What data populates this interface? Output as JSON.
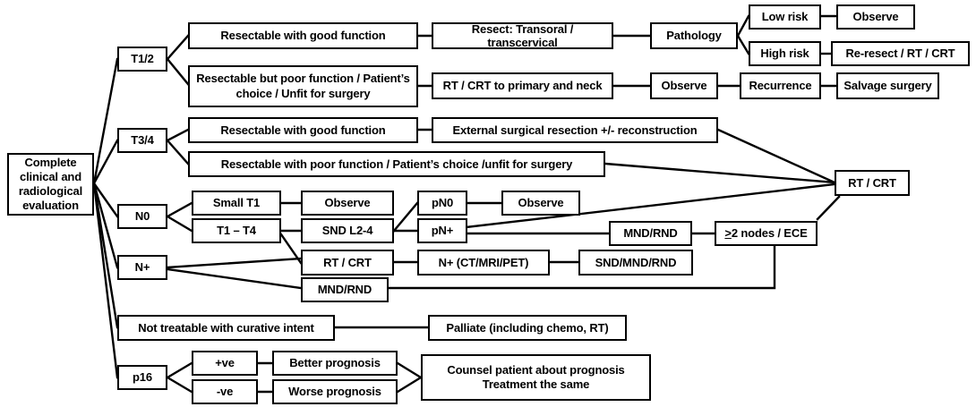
{
  "title": "Head and neck cancer management pathway",
  "style": {
    "line_color": "#000000",
    "box_border_color": "#000000",
    "background": "#ffffff",
    "text_color": "#000000"
  },
  "nodes": {
    "root": "Complete clinical and radiological evaluation",
    "t12": "T1/2",
    "t12_good": "Resectable with good function",
    "t12_poor": "Resectable but poor function / Patient’s choice / Unfit for surgery",
    "resect_transoral": "Resect: Transoral / transcervical",
    "pathology": "Pathology",
    "low_risk": "Low risk",
    "observe_low_risk": "Observe",
    "high_risk": "High risk",
    "re_resect": "Re-resect / RT / CRT",
    "rt_crt_primary_neck": "RT / CRT to primary and neck",
    "observe_recurrence": "Observe",
    "recurrence": "Recurrence",
    "salvage_surgery": "Salvage surgery",
    "t34": "T3/4",
    "t34_good": "Resectable with good function",
    "external_resection": "External surgical resection +/- reconstruction",
    "t34_poor": "Resectable with poor function / Patient’s choice /unfit for surgery",
    "rt_crt_right": "RT / CRT",
    "n0": "N0",
    "small_t1": "Small T1",
    "observe_small_t1": "Observe",
    "t1_t4": "T1 – T4",
    "snd_l24": "SND L2-4",
    "pn0": "pN0",
    "observe_pn0": "Observe",
    "pnplus": "pN+",
    "mnd_rnd_upper": "MND/RND",
    "nodes_ece_prefix": ">",
    "nodes_ece_rest": "2 nodes / ECE",
    "nplus": "N+",
    "rt_crt_mid": "RT / CRT",
    "nplus_imaging": "N+ (CT/MRI/PET)",
    "snd_mnd_rnd": "SND/MND/RND",
    "mnd_rnd_lower": "MND/RND",
    "not_treatable": "Not treatable with curative intent",
    "palliate": "Palliate (including chemo, RT)",
    "p16": "p16",
    "p16_pos": "+ve",
    "better_prognosis": "Better prognosis",
    "p16_neg": "-ve",
    "worse_prognosis": "Worse prognosis",
    "counsel_line1": "Counsel patient about prognosis",
    "counsel_line2": "Treatment the same"
  }
}
